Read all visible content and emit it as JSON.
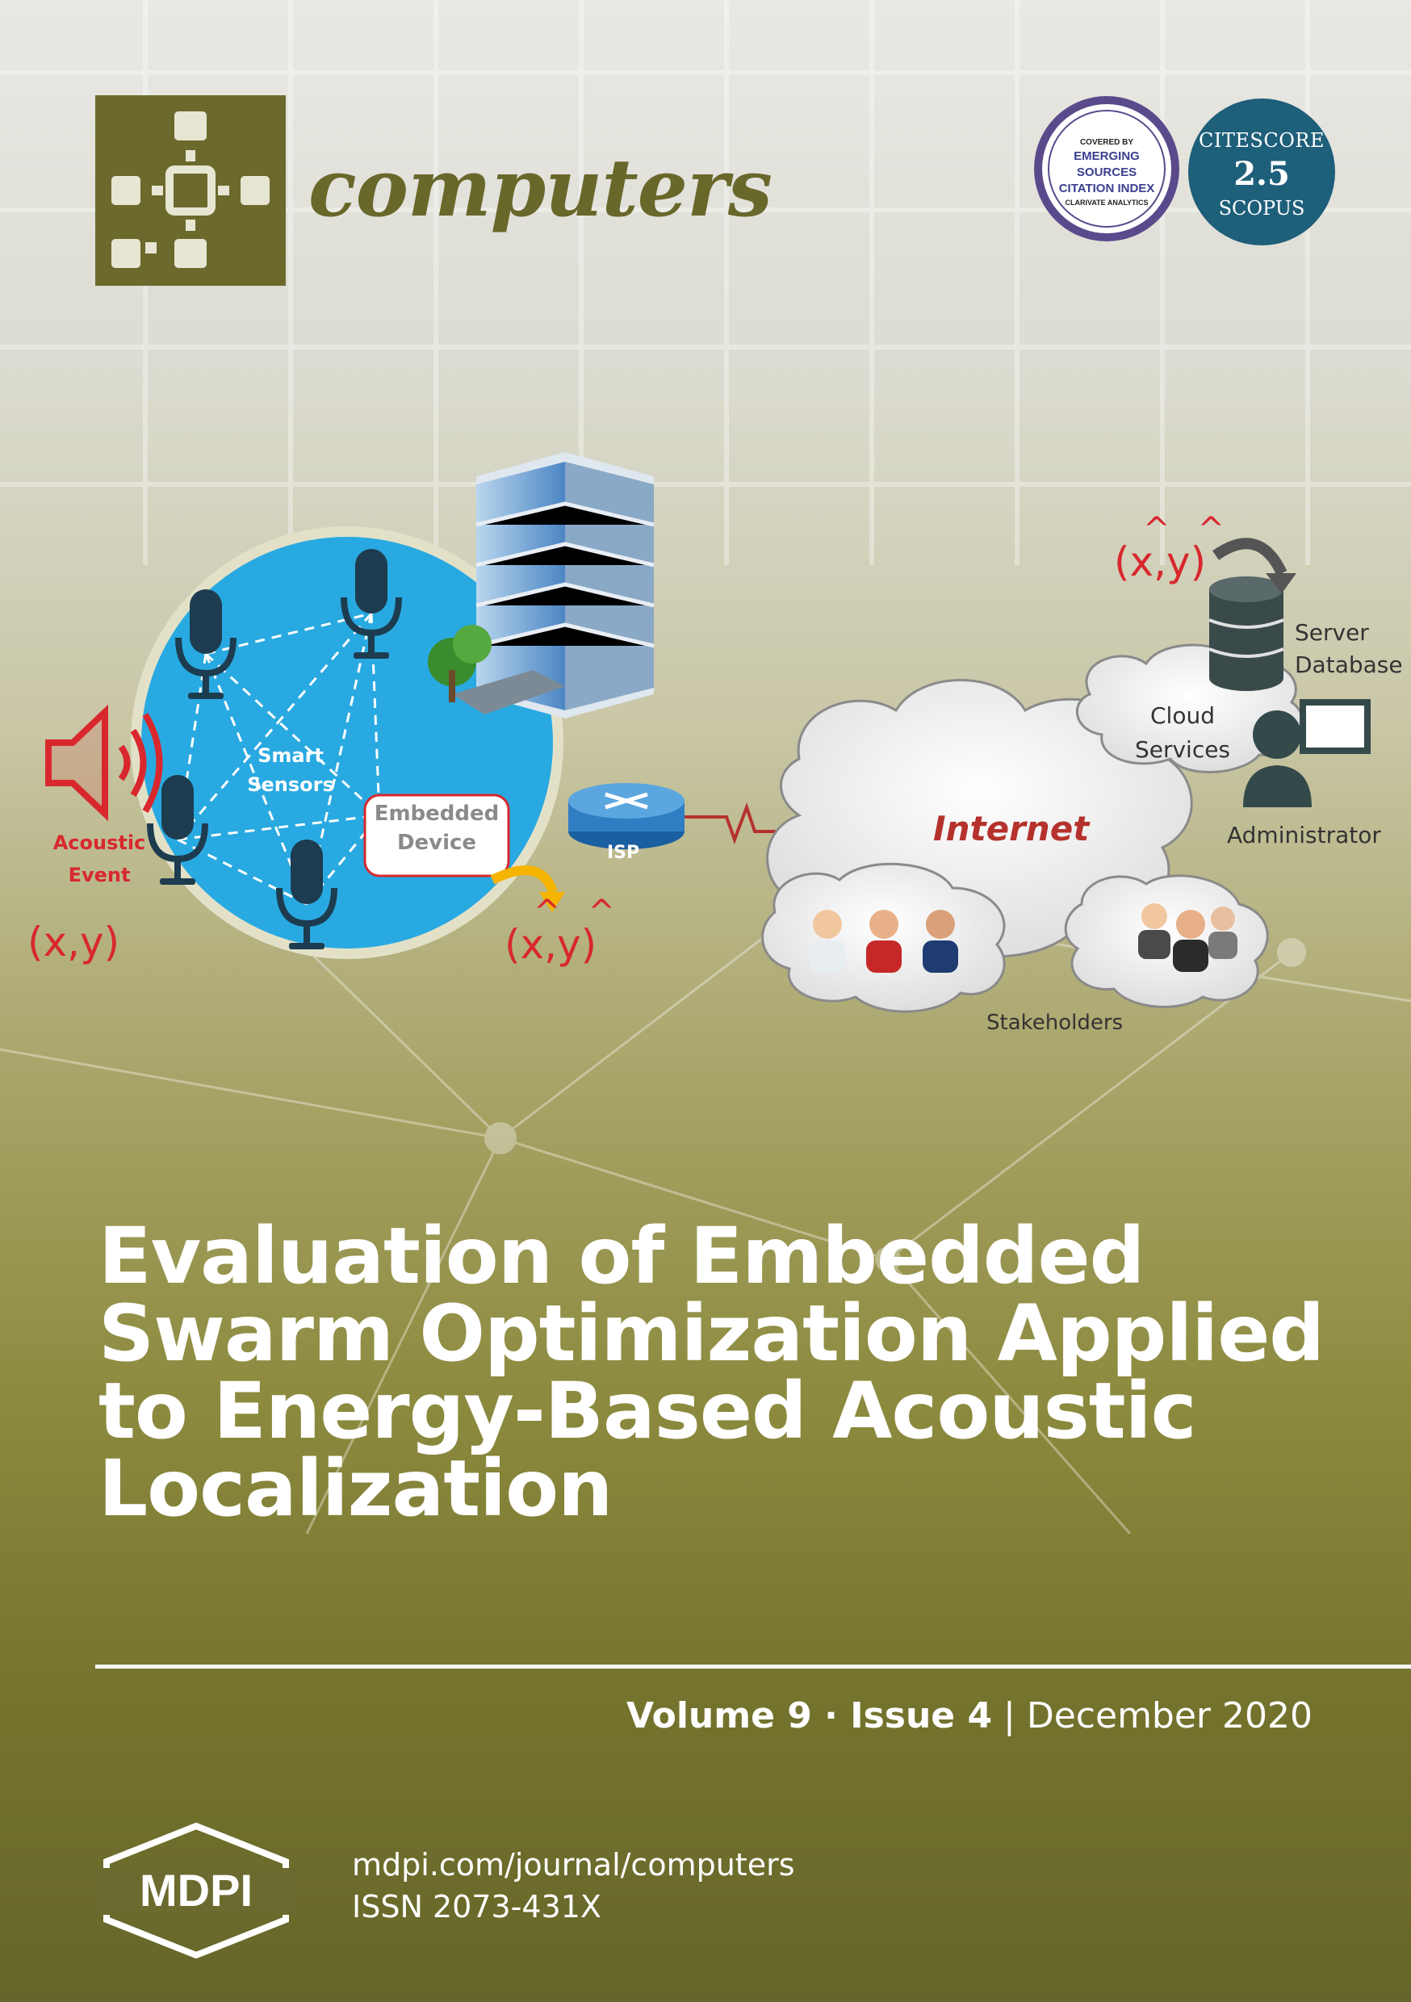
{
  "journal": {
    "name": "computers"
  },
  "badges": {
    "esci": {
      "top": "COVERED BY",
      "line1": "EMERGING",
      "line2": "SOURCES",
      "line3": "CITATION INDEX",
      "bottom": "CLARIVATE ANALYTICS"
    },
    "citescore": {
      "label": "CITESCORE",
      "value": "2.5",
      "source": "SCOPUS"
    }
  },
  "diagram": {
    "smart_sensors": "Smart\nSensors",
    "acoustic_event": "Acoustic\nEvent",
    "xy_true": "(x,y)",
    "embedded_device": "Embedded\nDevice",
    "xy_estimate": "(x,y)",
    "isp": "ISP",
    "internet": "Internet",
    "cloud_services": "Cloud\nServices",
    "xy_server": "(x,y)",
    "server_database": "Server\nDatabase",
    "administrator": "Administrator",
    "stakeholders": "Stakeholders"
  },
  "title_lines": [
    "Evaluation of Embedded",
    "Swarm Optimization Applied",
    "to Energy-Based Acoustic",
    "Localization"
  ],
  "issue_info": {
    "volume": "Volume 9",
    "issue": "Issue 4",
    "date": "December 2020"
  },
  "publisher": {
    "name": "MDPI",
    "url": "mdpi.com/journal/computers",
    "issn": "ISSN 2073-431X"
  },
  "colors": {
    "olive": "#6b6a2c",
    "sensor_blue": "#29a9e1",
    "red_label": "#d8282e",
    "citescore_teal": "#1e5f7a"
  }
}
